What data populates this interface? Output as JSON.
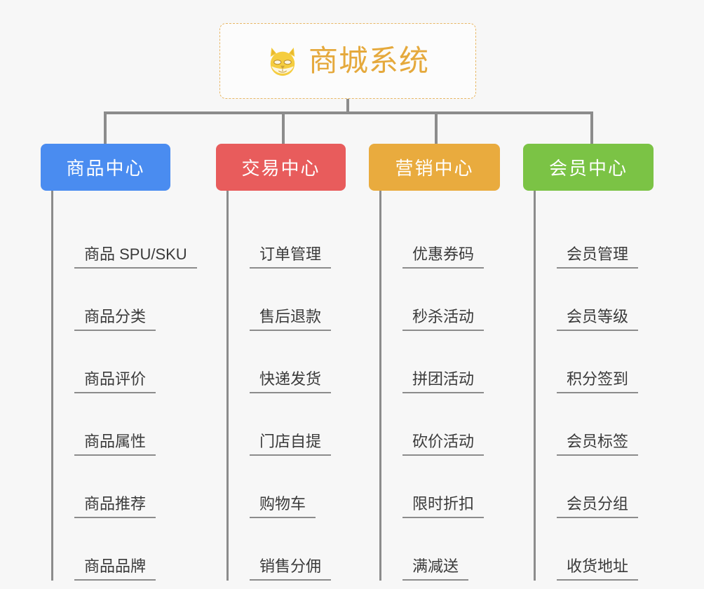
{
  "page": {
    "background_color": "#f7f7f7",
    "line_color": "#8c8c8c"
  },
  "root": {
    "title": "商城系统",
    "icon": "shiba-dog-emoji",
    "title_color": "#e5a93c",
    "border_color": "#e8b765",
    "background_color": "#fcfcfc"
  },
  "branches": [
    {
      "title": "商品中心",
      "color": "#4a8cf0",
      "items": [
        {
          "label": "商品 SPU/SKU"
        },
        {
          "label": "商品分类"
        },
        {
          "label": "商品评价"
        },
        {
          "label": "商品属性"
        },
        {
          "label": "商品推荐"
        },
        {
          "label": "商品品牌"
        }
      ]
    },
    {
      "title": "交易中心",
      "color": "#e85c5c",
      "items": [
        {
          "label": "订单管理"
        },
        {
          "label": "售后退款"
        },
        {
          "label": "快递发货"
        },
        {
          "label": "门店自提"
        },
        {
          "label": "购物车"
        },
        {
          "label": "销售分佣"
        }
      ]
    },
    {
      "title": "营销中心",
      "color": "#e9ab3e",
      "items": [
        {
          "label": "优惠券码"
        },
        {
          "label": "秒杀活动"
        },
        {
          "label": "拼团活动"
        },
        {
          "label": "砍价活动"
        },
        {
          "label": "限时折扣"
        },
        {
          "label": "满减送"
        }
      ]
    },
    {
      "title": "会员中心",
      "color": "#7bc345",
      "items": [
        {
          "label": "会员管理"
        },
        {
          "label": "会员等级"
        },
        {
          "label": "积分签到"
        },
        {
          "label": "会员标签"
        },
        {
          "label": "会员分组"
        },
        {
          "label": "收货地址"
        }
      ]
    }
  ]
}
